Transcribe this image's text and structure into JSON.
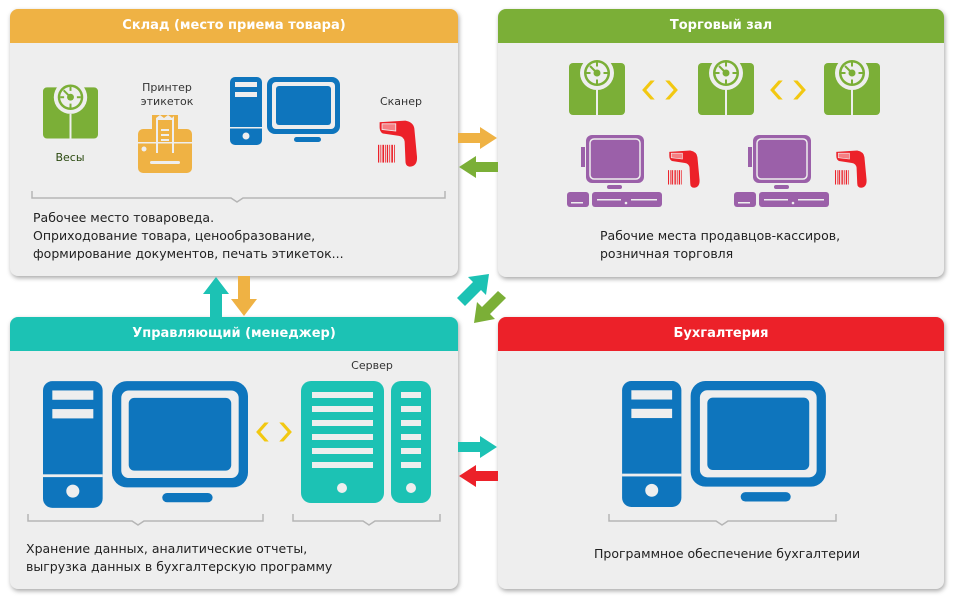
{
  "colors": {
    "orange": "#efb244",
    "green": "#7baf37",
    "teal": "#1cc2b4",
    "red": "#ec2129",
    "blue": "#0e75bd",
    "purple": "#9b60a9",
    "yellow": "#f2c811",
    "panel": "#eeeeee"
  },
  "boxes": {
    "warehouse": {
      "title": "Склад (место приема товара)",
      "icons": {
        "scales_label": "Весы",
        "printer_label_line1": "Принтер",
        "printer_label_line2": "этикеток",
        "scanner_label": "Сканер"
      },
      "description": [
        "Рабочее место товароведа.",
        "Оприходование товара, ценообразование,",
        "формирование документов, печать этикеток..."
      ]
    },
    "sales_floor": {
      "title": "Торговый зал",
      "description": [
        "Рабочие места продавцов-кассиров,",
        "розничная торговля"
      ]
    },
    "manager": {
      "title": "Управляющий (менеджер)",
      "server_label": "Сервер",
      "description": [
        "Хранение данных, аналитические отчеты,",
        "выгрузка данных в бухгалтерскую программу"
      ]
    },
    "accounting": {
      "title": "Бухгалтерия",
      "description": [
        "Программное обеспечение бухгалтерии"
      ]
    }
  },
  "connections": [
    {
      "from": "warehouse",
      "to": "sales_floor",
      "color": "orange"
    },
    {
      "from": "sales_floor",
      "to": "warehouse",
      "color": "green"
    },
    {
      "from": "manager",
      "to": "warehouse",
      "color": "teal"
    },
    {
      "from": "warehouse",
      "to": "manager",
      "color": "orange"
    },
    {
      "from": "manager",
      "to": "sales_floor",
      "color": "teal"
    },
    {
      "from": "sales_floor",
      "to": "manager",
      "color": "green"
    },
    {
      "from": "manager",
      "to": "accounting",
      "color": "teal"
    },
    {
      "from": "accounting",
      "to": "manager",
      "color": "red"
    }
  ]
}
